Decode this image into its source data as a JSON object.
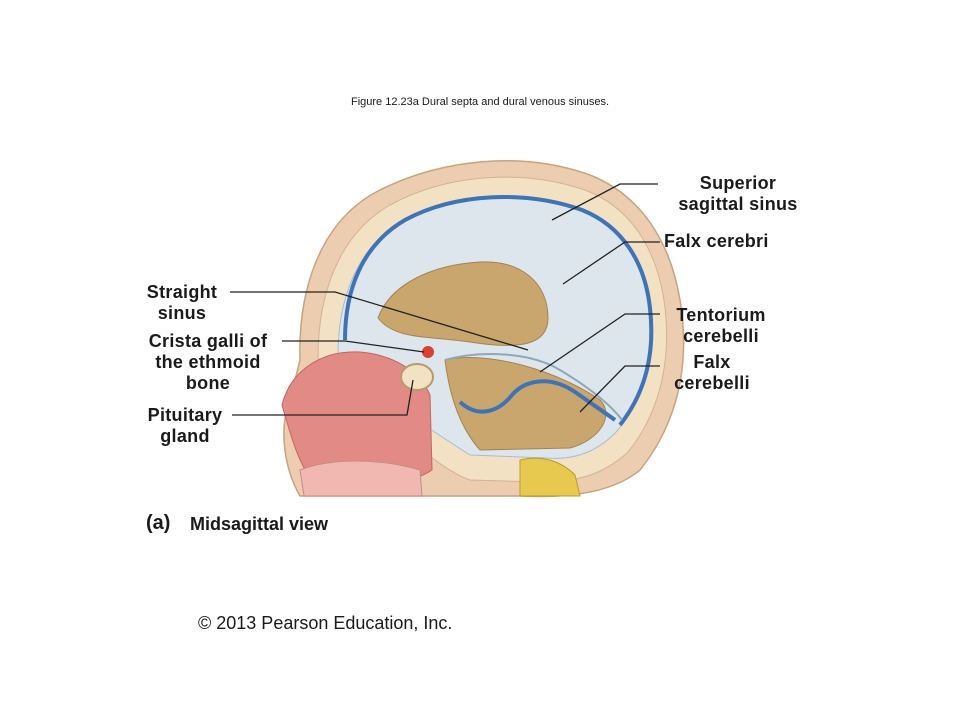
{
  "figure": {
    "caption": "Figure 12.23a  Dural septa and dural venous sinuses.",
    "panel_letter": "(a)",
    "view_title": "Midsagittal view",
    "copyright": "© 2013 Pearson Education, Inc."
  },
  "labels": {
    "superior_sagittal_sinus": "Superior\nsagittal sinus",
    "falx_cerebri": "Falx cerebri",
    "tentorium_cerebelli": "Tentorium\ncerebelli",
    "falx_cerebelli": "Falx\ncerebelli",
    "straight_sinus": "Straight\nsinus",
    "crista_galli": "Crista galli of\nthe ethmoid\nbone",
    "pituitary_gland": "Pituitary\ngland"
  },
  "colors": {
    "skin": "#eccdb0",
    "bone": "#f3e1c4",
    "dura": "#dce6ec",
    "sinus_blue": "#3f73b8",
    "brain_cavity": "#c9a66e",
    "nasal_tissue": "#e28a86",
    "leader_line": "#222222"
  }
}
